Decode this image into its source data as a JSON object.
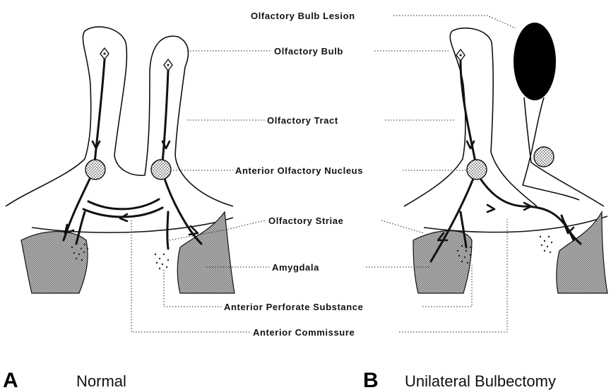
{
  "labels": {
    "bulb_lesion": "Olfactory Bulb Lesion",
    "bulb": "Olfactory Bulb",
    "tract": "Olfactory Tract",
    "aon": "Anterior Olfactory Nucleus",
    "striae": "Olfactory Striae",
    "amygdala": "Amygdala",
    "aps": "Anterior Perforate Substance",
    "commissure": "Anterior Commissure"
  },
  "panels": {
    "a_letter": "A",
    "a_caption": "Normal",
    "b_letter": "B",
    "b_caption": "Unilateral Bulbectomy"
  },
  "colors": {
    "ink": "#111111",
    "lesion": "#000000",
    "amygdala_shade": "#8a8a8a",
    "background": "#ffffff"
  }
}
